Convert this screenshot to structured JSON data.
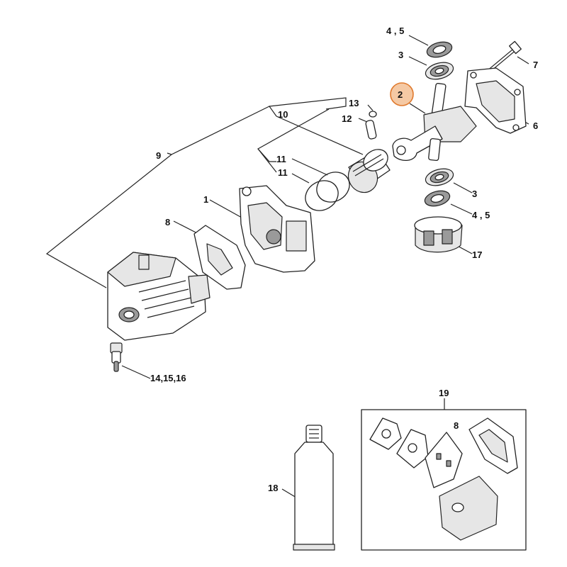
{
  "labels": {
    "l45_top": "4 , 5",
    "l3_top": "3",
    "l7": "7",
    "l2": "2",
    "l6": "6",
    "l13": "13",
    "l10": "10",
    "l12": "12",
    "l9": "9",
    "l11a": "11",
    "l11b": "11",
    "l3_bot": "3",
    "l45_bot": "4 , 5",
    "l1": "1",
    "l8": "8",
    "l17": "17",
    "l141516": "14,15,16",
    "l19": "19",
    "l8_kit": "8",
    "l18": "18"
  },
  "highlight": {
    "part_number": "2",
    "color": "#f5c9a4",
    "stroke": "#e07a2e"
  }
}
